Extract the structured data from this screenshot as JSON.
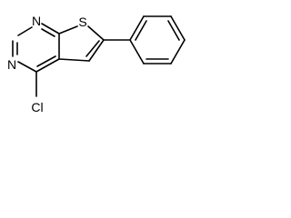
{
  "structure": {
    "atoms": {
      "n1": "N",
      "n3": "N",
      "s": "S",
      "cl": "Cl"
    }
  }
}
